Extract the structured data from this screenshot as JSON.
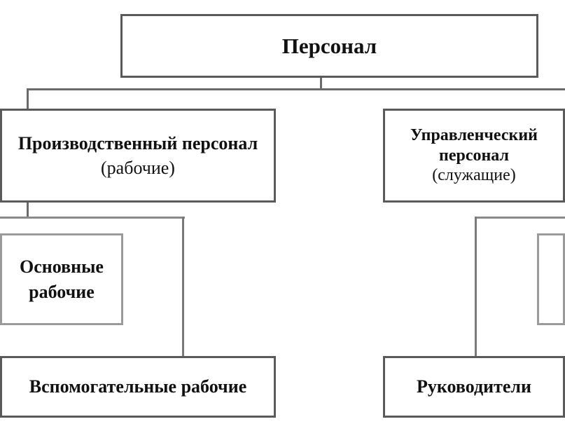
{
  "root": {
    "label": "Персонал"
  },
  "production": {
    "line1": "Производственный персонал",
    "line2": "(рабочие)",
    "main_workers": {
      "line1": "Основные",
      "line2": "рабочие"
    },
    "auxiliary_workers": "Вспомогательные рабочие"
  },
  "management": {
    "line1": "Управленческий персонал",
    "line2": "(служащие)",
    "leaders": "Руководители"
  }
}
